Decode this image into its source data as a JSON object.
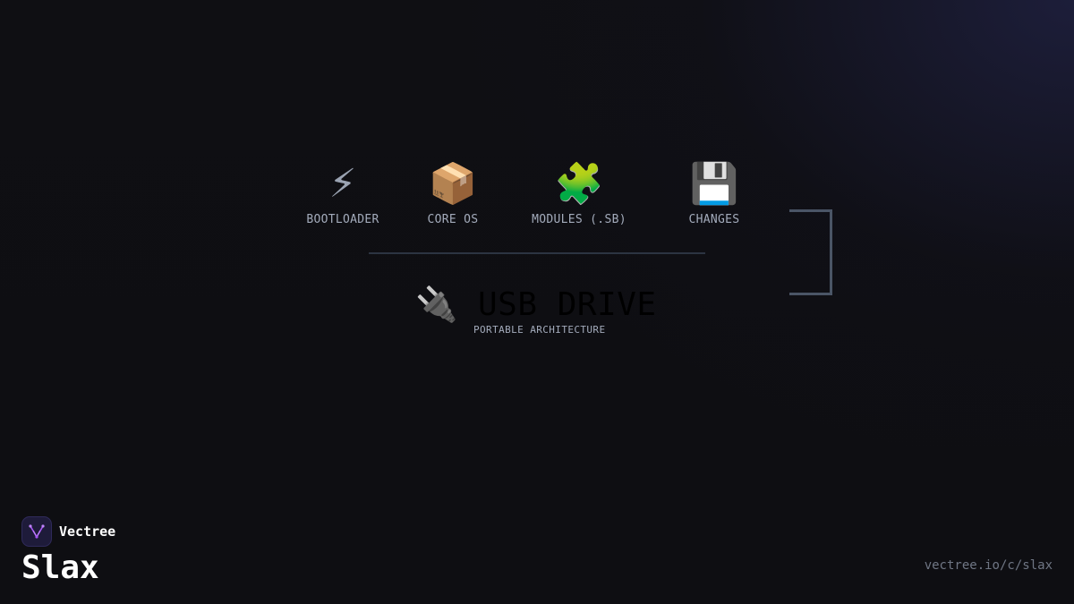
{
  "diagram": {
    "components": [
      {
        "id": "bootloader",
        "label": "BOOTLOADER",
        "icon": "lightning-icon",
        "glyph": "⚡"
      },
      {
        "id": "core-os",
        "label": "CORE OS",
        "icon": "package-icon",
        "glyph": "📦"
      },
      {
        "id": "modules",
        "label": "MODULES (.SB)",
        "icon": "puzzle-piece-icon",
        "glyph": "🧩"
      },
      {
        "id": "changes",
        "label": "CHANGES",
        "icon": "floppy-disk-icon",
        "glyph": "💾"
      }
    ],
    "base": {
      "title": "USB DRIVE",
      "subtitle": "PORTABLE ARCHITECTURE",
      "icon": "electric-plug-icon",
      "glyph": "🔌"
    }
  },
  "branding": {
    "company": "Vectree",
    "product": "Slax",
    "logo_icon": "vectree-logo-icon",
    "accent_color": "#a855f7"
  },
  "footer": {
    "url": "vectree.io/c/slax"
  }
}
